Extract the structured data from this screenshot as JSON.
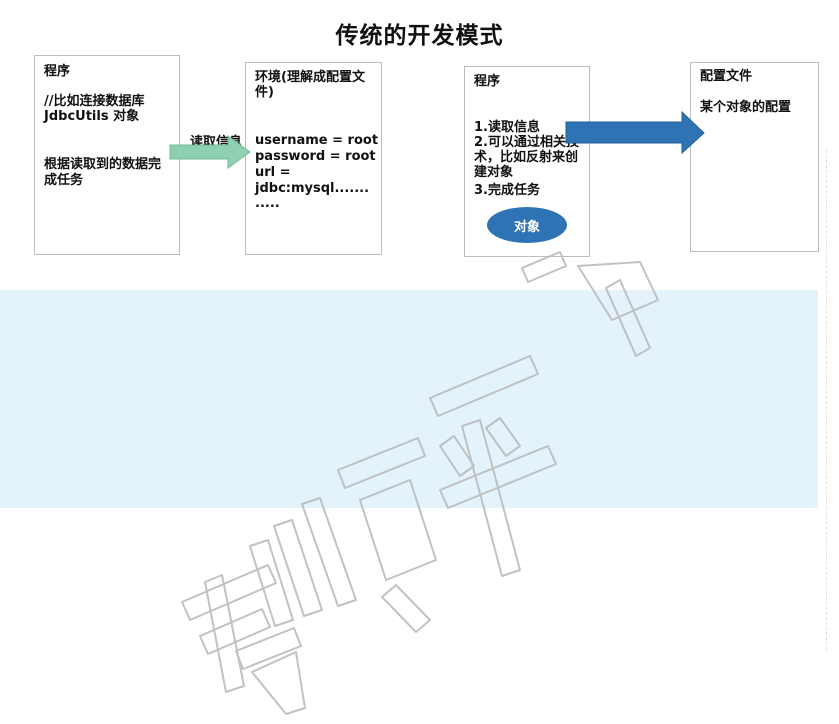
{
  "title": "传统的开发模式",
  "box1": {
    "heading": "程序",
    "line1": "//比如连接数据库",
    "line2": "JdbcUtils 对象",
    "line3": "根据读取到的数据完",
    "line4": "成任务"
  },
  "arrow_label": "读取信息",
  "box2": {
    "heading_line1": "环境(理解成配置文",
    "heading_line2": "件)",
    "line1": "username = root",
    "line2": "password = root",
    "line3": "url =",
    "line4": "jdbc:mysql.......",
    "line5": "....."
  },
  "box3": {
    "heading": "程序",
    "line1": "1.读取信息",
    "line2": "2.可以通过相关技",
    "line3": "术，比如反射来创",
    "line4": "建对象",
    "line5": "3.完成任务",
    "ellipse_label": "对象"
  },
  "box4": {
    "heading": "配置文件",
    "line1": "某个对象的配置"
  },
  "watermark": "韩顺平",
  "colors": {
    "green_arrow": "#8fd0b3",
    "blue_arrow": "#2e74b5",
    "ellipse": "#2e74b5",
    "band": "#e4f3fb"
  }
}
